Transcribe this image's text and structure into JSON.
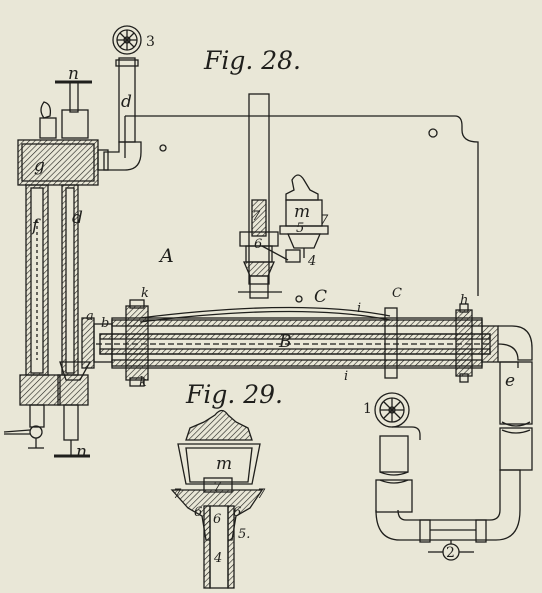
{
  "figures": {
    "fig28": "Fig. 28.",
    "fig29": "Fig. 29."
  },
  "labels": {
    "n_top": "n",
    "n_bottom": "n",
    "three": "3",
    "d_upper": "d",
    "d_lower": "d",
    "g": "g",
    "f": "f",
    "A": "A",
    "a": "a",
    "b": "b",
    "k_top": "k",
    "k_bottom": "k",
    "B": "B",
    "C_arc": "C",
    "C_right": "C",
    "h": "h",
    "i_upper": "i",
    "i_lower": "i",
    "e": "e",
    "m28": "m",
    "seven28a": "7",
    "seven28b": "7",
    "five28": "5",
    "six28": "6",
    "four28": "4",
    "one": "1",
    "two": "2",
    "m29": "m",
    "seven29a": "7",
    "seven29b": "7",
    "seven29c": "7",
    "six29a": "6",
    "six29b": "6",
    "six29c": "6",
    "five29": "5.",
    "four29": "4"
  },
  "colors": {
    "paper": "#e9e7d7",
    "ink": "#1f1f1c"
  }
}
